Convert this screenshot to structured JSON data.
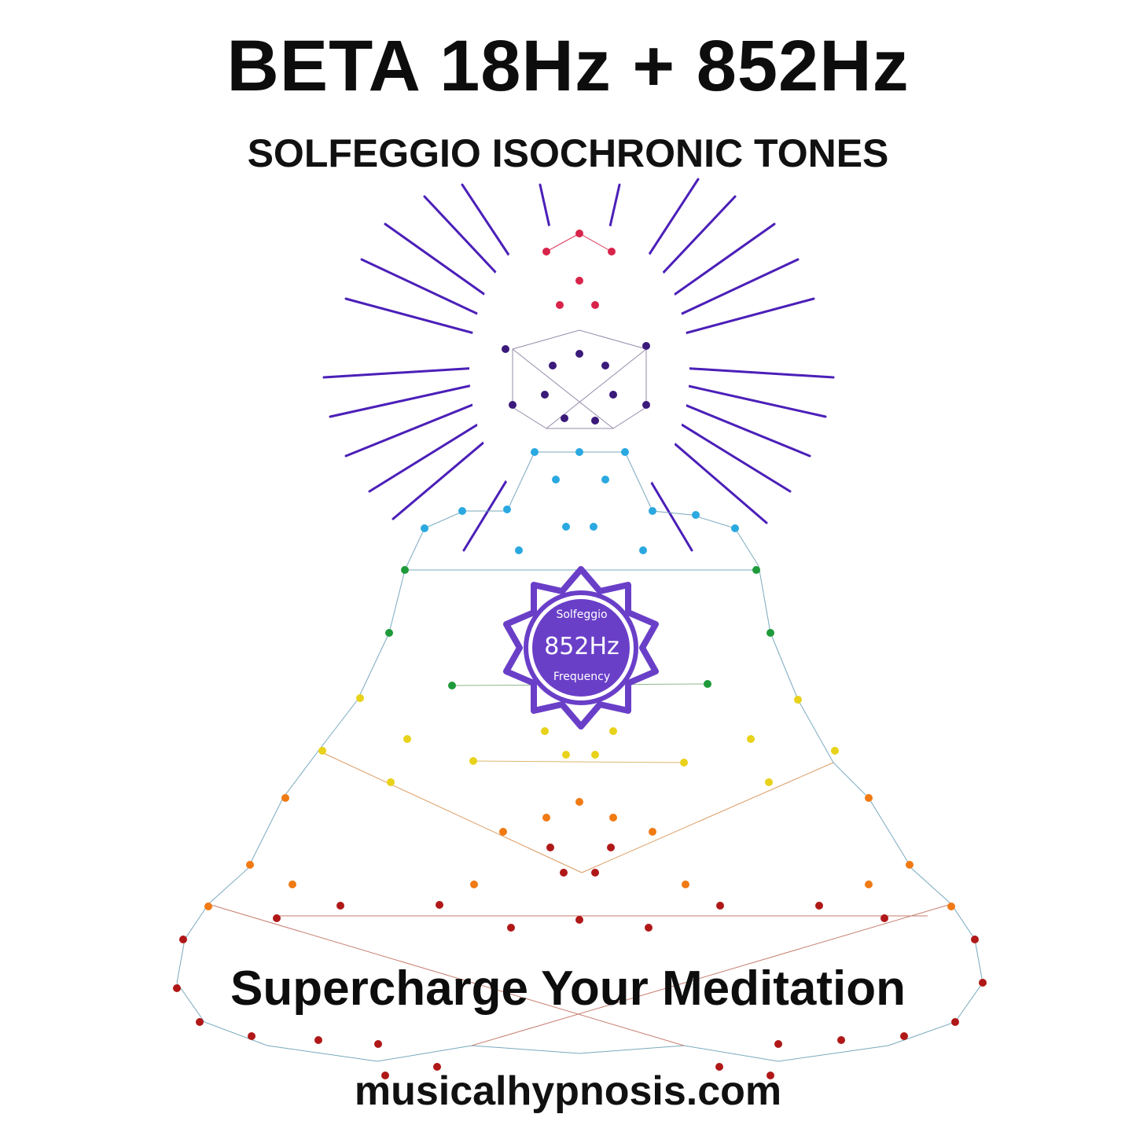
{
  "header": {
    "title": "BETA 18Hz + 852Hz",
    "subtitle": "SOLFEGGIO ISOCHRONIC TONES"
  },
  "badge": {
    "top_label": "Solfeggio",
    "frequency": "852Hz",
    "bottom_label": "Frequency",
    "color": "#6a3fc8"
  },
  "footer": {
    "tagline": "Supercharge Your Meditation",
    "website": "musicalhypnosis.com"
  },
  "colors": {
    "rays": "#4b1fb8",
    "crown": "#d8244a",
    "third_eye": "#3a1a7a",
    "throat": "#2aa8e0",
    "heart": "#1e9a3a",
    "solar": "#e8d21a",
    "sacral": "#f07a14",
    "root": "#b01818"
  }
}
